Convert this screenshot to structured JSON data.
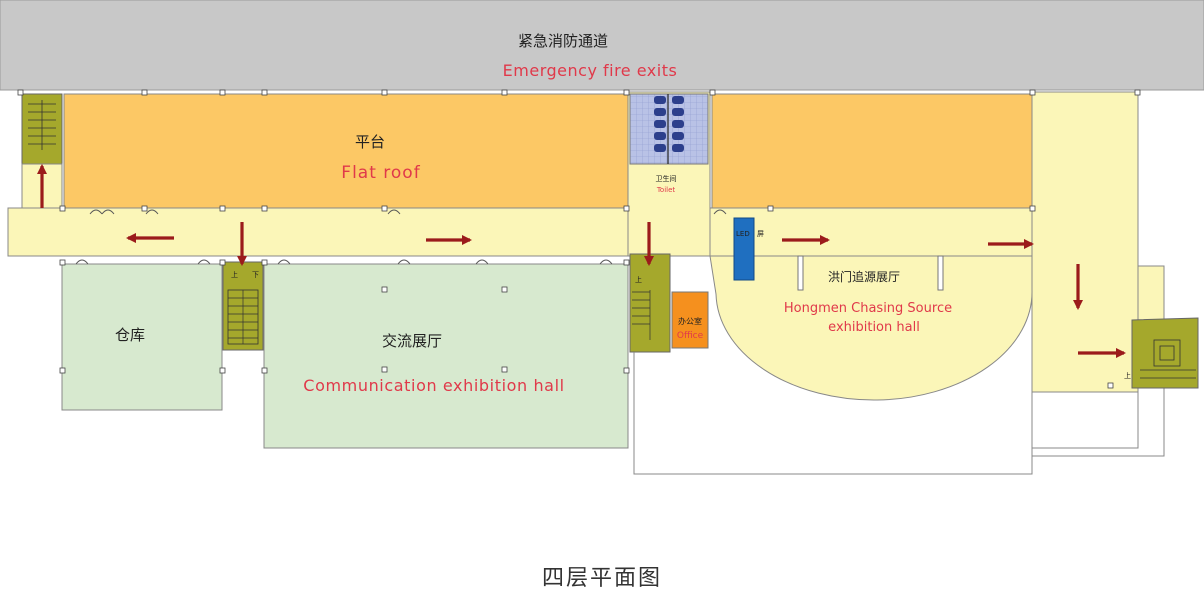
{
  "plan": {
    "title": "四层平面图",
    "top_band": {
      "zh": "紧急消防通道",
      "en": "Emergency fire exits"
    },
    "flat_roof": {
      "zh": "平台",
      "en": "Flat roof"
    },
    "toilet": {
      "zh": "卫生间",
      "en": "Toilet"
    },
    "warehouse": {
      "zh": "仓库"
    },
    "communication_hall": {
      "zh": "交流展厅",
      "en": "Communication exhibition hall"
    },
    "office": {
      "zh": "办公室",
      "en": "Office"
    },
    "hongmen_hall": {
      "zh": "洪门追源展厅",
      "en_line1": "Hongmen Chasing Source",
      "en_line2": "exhibition hall"
    },
    "led_screen": {
      "label": "LED",
      "zh": "屏"
    },
    "stair_up_mark": "上",
    "stair_down_mark": "下"
  },
  "colors": {
    "top_band": "#c8c8c8",
    "corridor": "#fbf6b8",
    "flat_roof": "#fcc865",
    "green_hall": "#d7e9cf",
    "stairs": "#a5a82c",
    "office": "#f5901e",
    "led": "#1f6fc0",
    "toilet": "#2c3f8c",
    "arrow": "#9b1b1b",
    "english_label": "#e0394a"
  },
  "icons": [
    "arrow-left-icon",
    "arrow-right-icon",
    "arrow-up-icon",
    "arrow-down-icon",
    "stair-icon",
    "door-icon",
    "column-icon"
  ]
}
